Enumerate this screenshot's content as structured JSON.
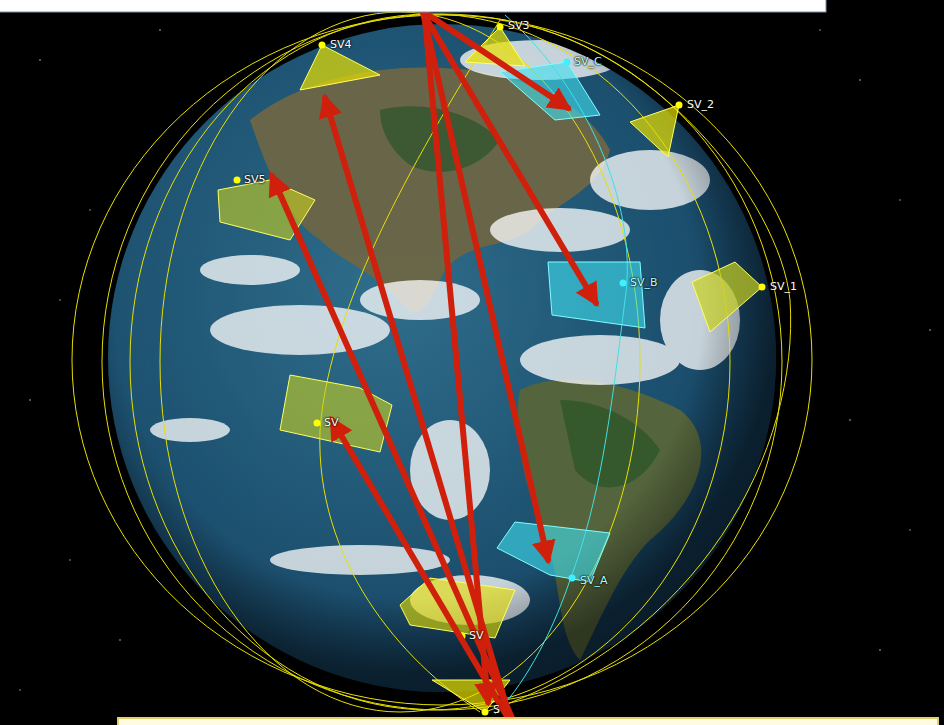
{
  "diagram": {
    "labels": [
      "SV4",
      "SV3",
      "SV_C",
      "SV_2",
      "SV5",
      "SV_B",
      "SV_1",
      "SV",
      "SV_A",
      "SV",
      "S"
    ]
  }
}
